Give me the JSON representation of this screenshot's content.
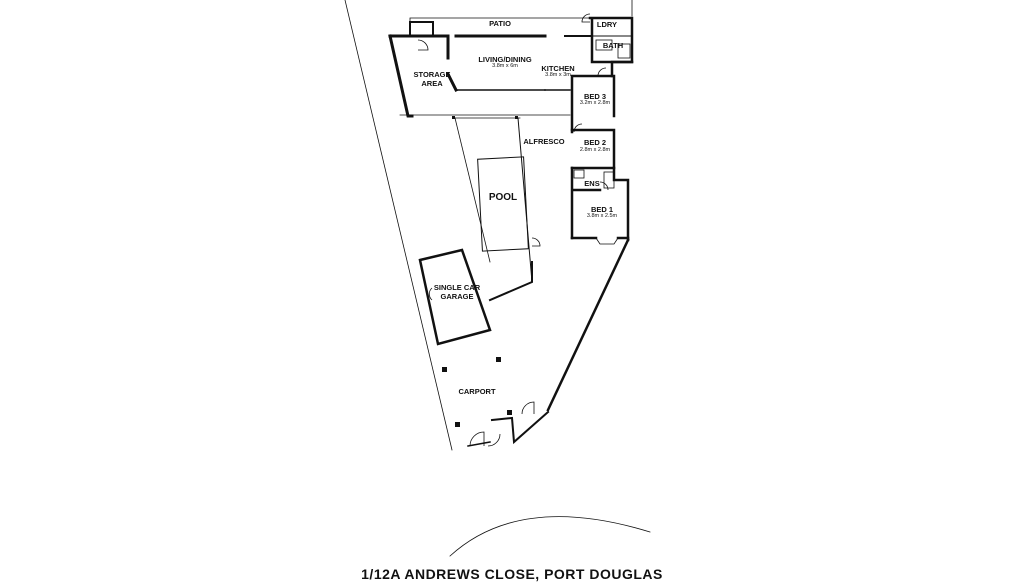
{
  "rooms": {
    "patio": "PATIO",
    "ldry": "LDRY",
    "bath": "BATH",
    "living": {
      "name": "LIVING/DINING",
      "size": "3.8m x 6m"
    },
    "kitchen": {
      "name": "KITCHEN",
      "size": "3.8m x 3m"
    },
    "storage": {
      "line1": "STORAGE",
      "line2": "AREA"
    },
    "bed3": {
      "name": "BED 3",
      "size": "3.2m x 2.8m"
    },
    "alfresco": "ALFRESCO",
    "bed2": {
      "name": "BED 2",
      "size": "2.8m x 2.8m"
    },
    "ens": "ENS",
    "pool": "POOL",
    "bed1": {
      "name": "BED 1",
      "size": "3.8m x 2.5m"
    },
    "garage": {
      "line1": "SINGLE CAR",
      "line2": "GARAGE"
    },
    "carport": "CARPORT"
  },
  "address": "1/12A ANDREWS CLOSE, PORT DOUGLAS"
}
